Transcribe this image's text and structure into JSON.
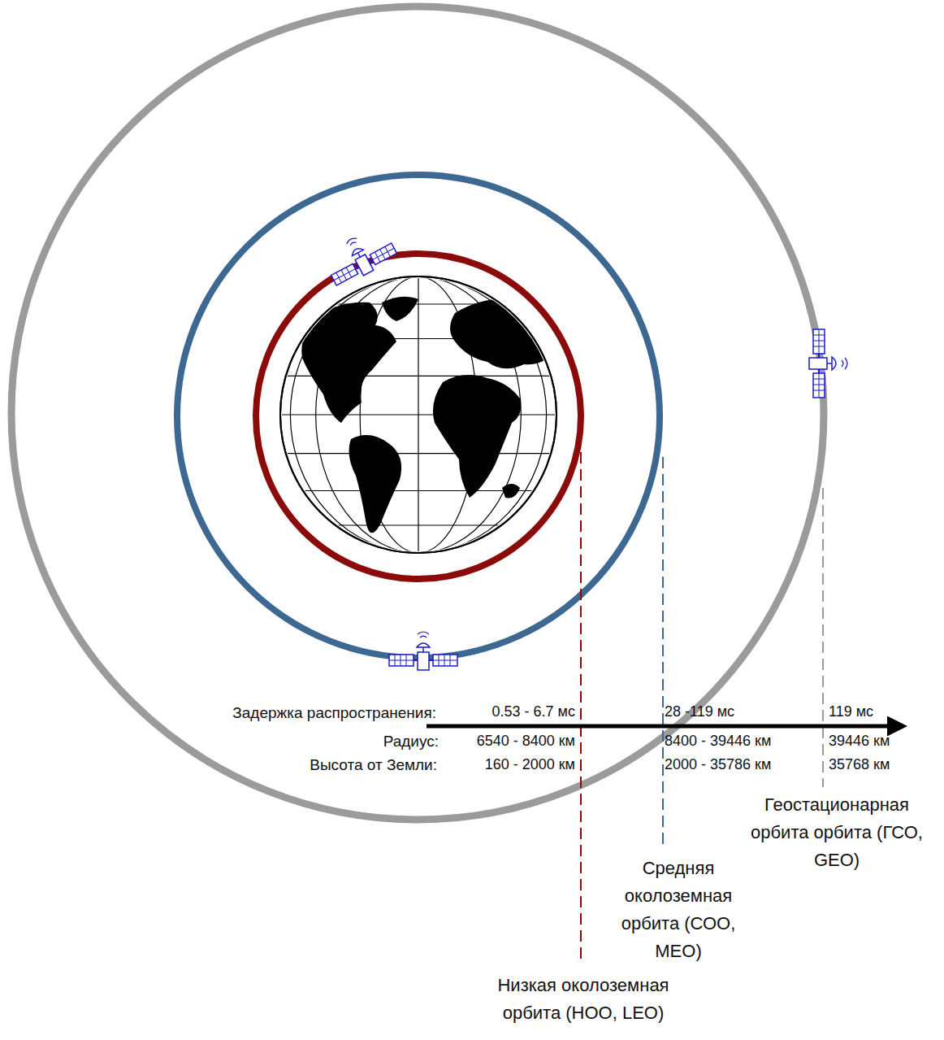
{
  "diagram": {
    "labels": [
      "Задержка распространения:",
      "0.53 - 6.7 мс",
      "28 -119 мс",
      "119 мс",
      "Радиус:",
      "6540 - 8400 км",
      "8400 - 39446 км",
      "39446 км",
      "Высота от Земли:",
      "160 - 2000 км",
      "2000 - 35786 км",
      "35768 км",
      "Геостационарная орбита орбита (ГСО, GEO)",
      "Средняя околоземная орбита (СОО, MEO)",
      "Низкая околоземная орбита (НОО, LEO)"
    ]
  }
}
